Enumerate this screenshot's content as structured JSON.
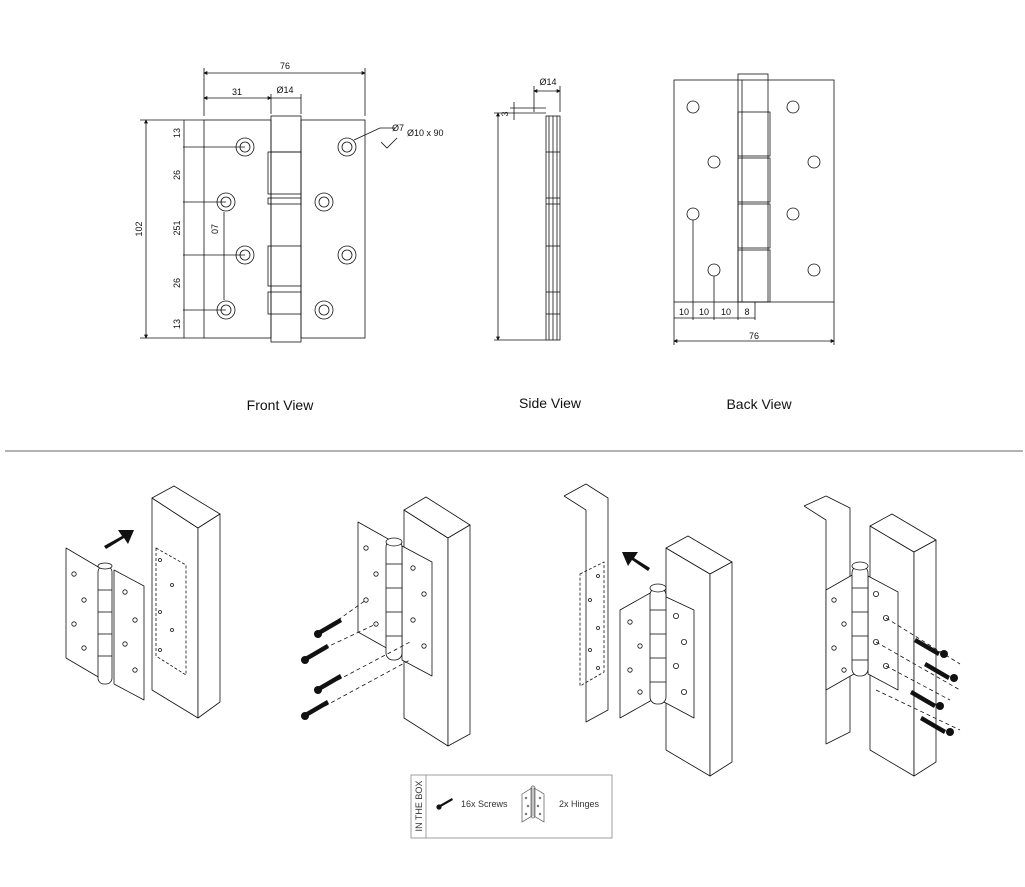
{
  "drawings": {
    "front": {
      "caption": "Front View",
      "dim_overall_width": "76",
      "dim_leaf_width": "31",
      "dim_knuckle": "Ø14",
      "dim_hole": "Ø7",
      "dim_countersink": "Ø10 x 90",
      "dim_top": "13",
      "dim_gap1": "26",
      "dim_mid": "251",
      "dim_gap2": "26",
      "dim_bottom": "13",
      "dim_height": "102",
      "dim_inner": "07"
    },
    "side": {
      "caption": "Side View",
      "dim_knuckle": "Ø14",
      "dim_thickness": "3"
    },
    "back": {
      "caption": "Back View",
      "dim_a": "10",
      "dim_b": "10",
      "dim_c": "10",
      "dim_d": "8",
      "dim_overall_width": "76"
    }
  },
  "in_the_box": {
    "heading": "IN THE BOX",
    "screws_label": "16x Screws",
    "hinges_label": "2x Hinges"
  },
  "icons": [
    "arrow-icon",
    "screw-icon",
    "hinge-icon"
  ]
}
